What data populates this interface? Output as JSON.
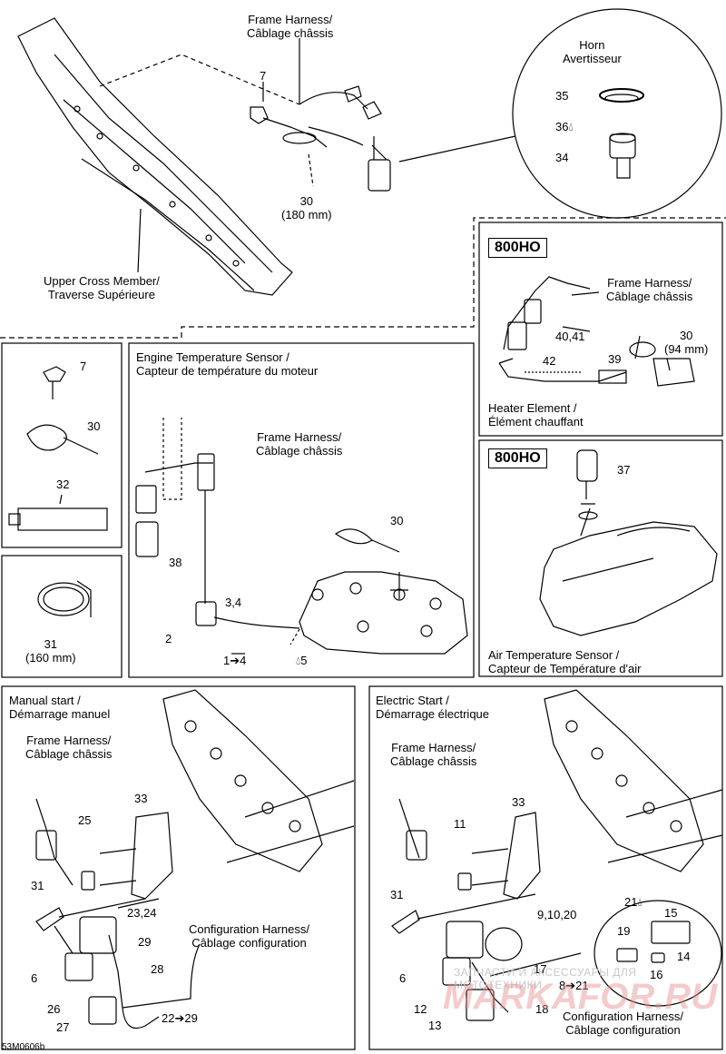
{
  "top": {
    "frame_harness": "Frame Harness/\nCâblage châssis",
    "part7": "7",
    "part30": "30",
    "part30_len": "(180 mm)",
    "upper_cross": "Upper Cross Member/\nTraverse Supérieure",
    "horn_title": "Horn\nAvertisseur",
    "p35": "35",
    "p36": "36",
    "p34": "34"
  },
  "ho_heater": {
    "badge": "800HO",
    "frame_harness": "Frame Harness/\nCâblage châssis",
    "p4041": "40,41",
    "p42": "42",
    "p39": "39",
    "p30": "30",
    "p30_len": "(94 mm)",
    "heater": "Heater Element /\nÉlément chauffant"
  },
  "left_parts": {
    "p7": "7",
    "p30": "30",
    "p32": "32",
    "p31": "31",
    "p31_len": "(160 mm)"
  },
  "engine_temp": {
    "title": "Engine Temperature Sensor /\nCapteur de température du moteur",
    "frame_harness": "Frame Harness/\nCâblage châssis",
    "p38": "38",
    "p34": "3,4",
    "p2": "2",
    "p14": "1➔4",
    "p5": "5",
    "p30": "30"
  },
  "ho_air": {
    "badge": "800HO",
    "p37": "37",
    "title": "Air Temperature Sensor /\nCapteur de Température d'air"
  },
  "manual": {
    "title": "Manual start /\nDémarrage manuel",
    "frame_harness": "Frame Harness/\nCâblage châssis",
    "p25": "25",
    "p33": "33",
    "p31": "31",
    "p2324": "23,24",
    "p29": "29",
    "p28": "28",
    "p6": "6",
    "p26": "26",
    "p27": "27",
    "p2229": "22➔29",
    "config": "Configuration Harness/\nCâblage configuration"
  },
  "electric": {
    "title": "Electric Start /\nDémarrage électrique",
    "frame_harness": "Frame Harness/\nCâblage châssis",
    "p11": "11",
    "p33": "33",
    "p31": "31",
    "p91020": "9,10,20",
    "p21": "21",
    "p15": "15",
    "p19": "19",
    "p14": "14",
    "p16": "16",
    "p6": "6",
    "p17": "17",
    "p821": "8➔21",
    "p12": "12",
    "p13": "13",
    "p18": "18",
    "config": "Configuration Harness/\nCâblage configuration"
  },
  "footer": {
    "code": "53M0606b",
    "watermark_small": "ЗАПЧАСТИ И АКСЕССУАРЫ ДЛЯ МОТОТЕХНИКИ",
    "watermark_big": "MARKAFOR.RU"
  }
}
